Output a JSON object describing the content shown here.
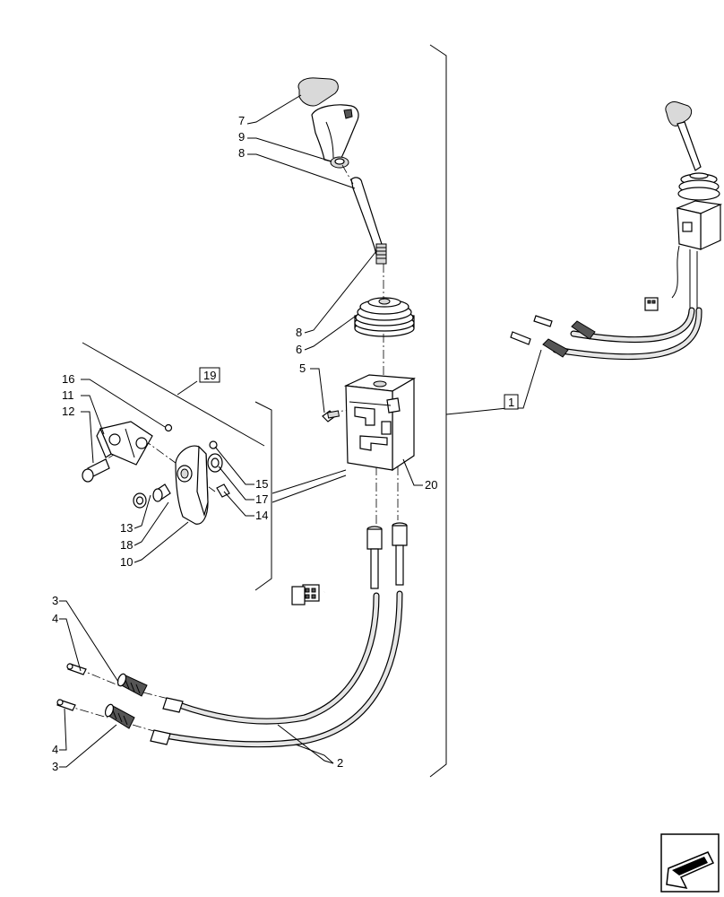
{
  "callouts": {
    "c7": "7",
    "c9": "9",
    "c8a": "8",
    "c8b": "8",
    "c6": "6",
    "c5": "5",
    "c19": "19",
    "c16": "16",
    "c11": "11",
    "c12": "12",
    "c15": "15",
    "c17": "17",
    "c14": "14",
    "c13": "13",
    "c18": "18",
    "c10": "10",
    "c20": "20",
    "c1": "1",
    "c3a": "3",
    "c4a": "4",
    "c4b": "4",
    "c3b": "3",
    "c2": "2"
  },
  "icons": {
    "nav": "arrow-back-icon"
  }
}
